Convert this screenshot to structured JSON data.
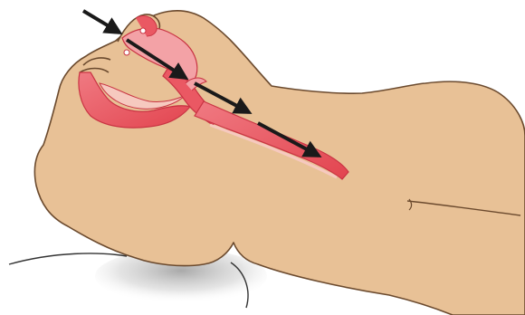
{
  "figure": {
    "subject": "patient-lying-supine-head-tilted-back",
    "highlighted_structures": [
      "nasal-cavity",
      "oral-cavity",
      "pharynx",
      "trachea"
    ],
    "arrow_icon": "arrow-right-down-icon",
    "arrow_count": 4
  },
  "colors": {
    "background": "#ffffff",
    "skin": "#e8c196",
    "skin_outline": "#6b4a2e",
    "airway_fill": "#ea5863",
    "airway_dark": "#c93443",
    "airway_light": "#f3a2a6",
    "arrow": "#1a1a1a",
    "pillow_shadow": "#b8b8b8"
  }
}
